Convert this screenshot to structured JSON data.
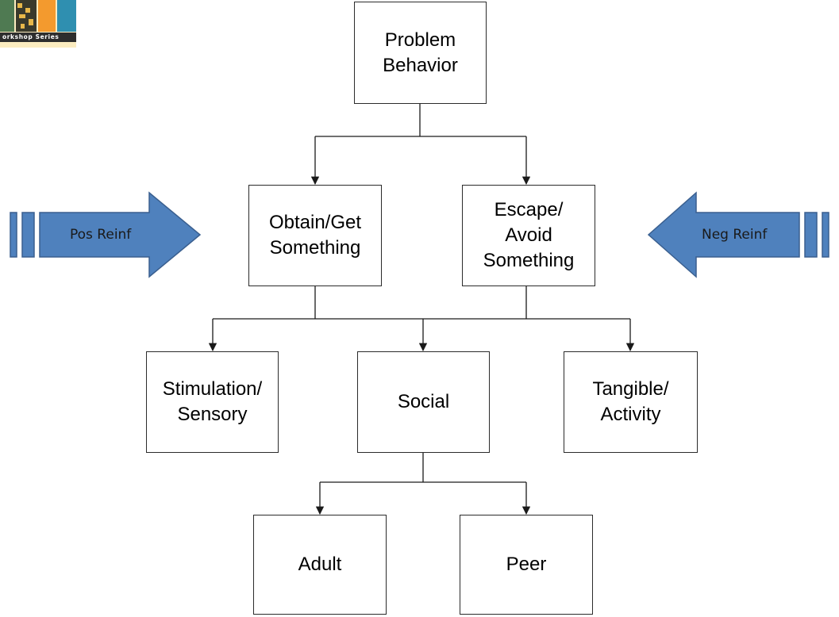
{
  "logo": {
    "caption": "orkshop Series"
  },
  "nodes": {
    "problem": "Problem\nBehavior",
    "obtain": "Obtain/Get\nSomething",
    "escape": "Escape/\nAvoid\nSomething",
    "stimulation": "Stimulation/\nSensory",
    "social": "Social",
    "tangible": "Tangible/\nActivity",
    "adult": "Adult",
    "peer": "Peer"
  },
  "arrows": {
    "pos": "Pos Reinf",
    "neg": "Neg Reinf"
  },
  "colors": {
    "arrow_fill": "#4f81bd",
    "arrow_stroke": "#3a5f8f",
    "line": "#1a1a1a",
    "logo_bg": "#fbecc0"
  }
}
